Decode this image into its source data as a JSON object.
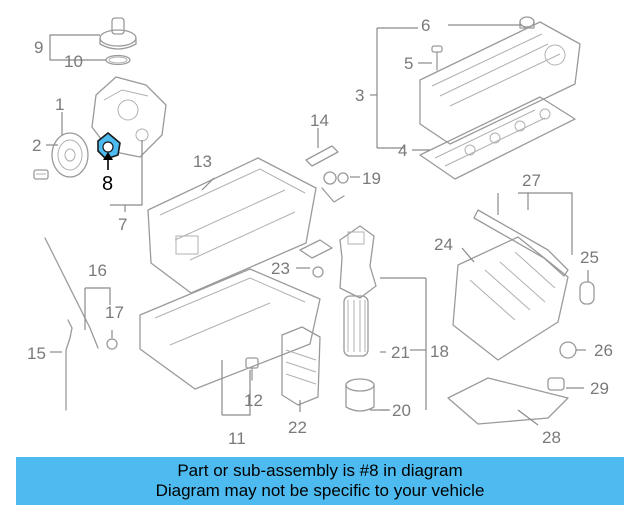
{
  "diagram": {
    "callouts": [
      "1",
      "2",
      "3",
      "4",
      "5",
      "6",
      "7",
      "8",
      "9",
      "10",
      "11",
      "12",
      "13",
      "14",
      "15",
      "16",
      "17",
      "18",
      "19",
      "20",
      "21",
      "22",
      "23",
      "24",
      "25",
      "26",
      "27",
      "28",
      "29"
    ],
    "highlighted_part": "8",
    "highlight_color": "#4dbbf0"
  },
  "banner": {
    "line1": "Part or sub-assembly is #8 in diagram",
    "line2": "Diagram may not be specific to your vehicle",
    "background": "#4dbbf0"
  }
}
